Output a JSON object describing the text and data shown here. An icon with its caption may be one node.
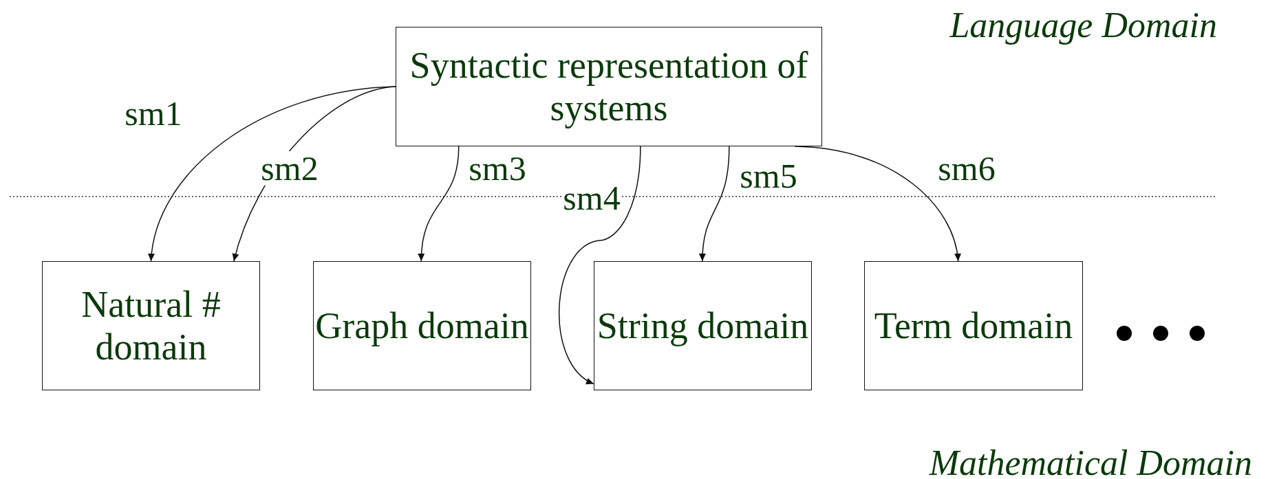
{
  "diagram": {
    "nodes": [
      {
        "text": [
          "Syntactic representation of systems"
        ]
      },
      {
        "text": [
          "Natural # domain"
        ]
      },
      {
        "text": [
          "Graph domain"
        ]
      },
      {
        "text": [
          "String domain"
        ]
      },
      {
        "text": [
          "Term domain"
        ]
      }
    ],
    "edges": [
      {
        "from": 0,
        "to": 1,
        "arrow": "to",
        "label": "sm1"
      },
      {
        "from": 0,
        "to": 1,
        "arrow": "to",
        "label": "sm2"
      },
      {
        "from": 0,
        "to": 2,
        "arrow": "to",
        "label": "sm3"
      },
      {
        "from": 0,
        "to": 3,
        "arrow": "to",
        "label": "sm4"
      },
      {
        "from": 0,
        "to": 3,
        "arrow": "to",
        "label": "sm5"
      },
      {
        "from": 0,
        "to": 4,
        "arrow": "to",
        "label": "sm6"
      }
    ],
    "labels": [
      "Language Domain",
      "Mathematical Domain"
    ]
  }
}
